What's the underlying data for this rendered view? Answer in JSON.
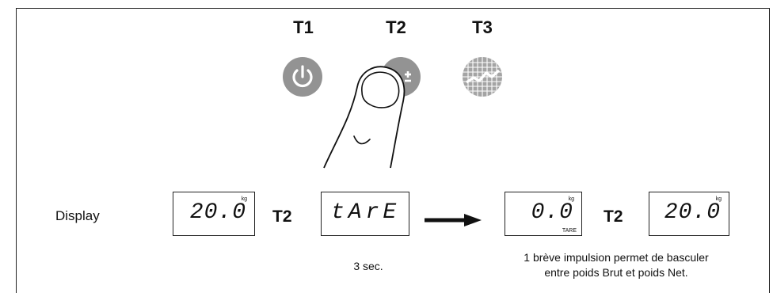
{
  "keys": {
    "t1_label": "T1",
    "t2_label": "T2",
    "t3_label": "T3",
    "t1_icon": "power-icon",
    "t2_icon": "tare-icon",
    "t3_icon": "chart-grid-icon"
  },
  "display_row": {
    "label": "Display",
    "lcd1": {
      "value": "20.0",
      "unit": "kg"
    },
    "step1_key": "T2",
    "lcd2": {
      "value": "tArE"
    },
    "lcd2_caption": "3 sec.",
    "lcd3": {
      "value": "0.0",
      "unit": "kg",
      "flag": "TARE"
    },
    "step2_key": "T2",
    "lcd4": {
      "value": "20.0",
      "unit": "kg"
    },
    "caption_line1": "1 brève impulsion permet de basculer",
    "caption_line2": "entre poids Brut et poids Net."
  },
  "colors": {
    "button_gray": "#939393",
    "grid_gray": "#a4a4a4",
    "ink": "#111111"
  }
}
